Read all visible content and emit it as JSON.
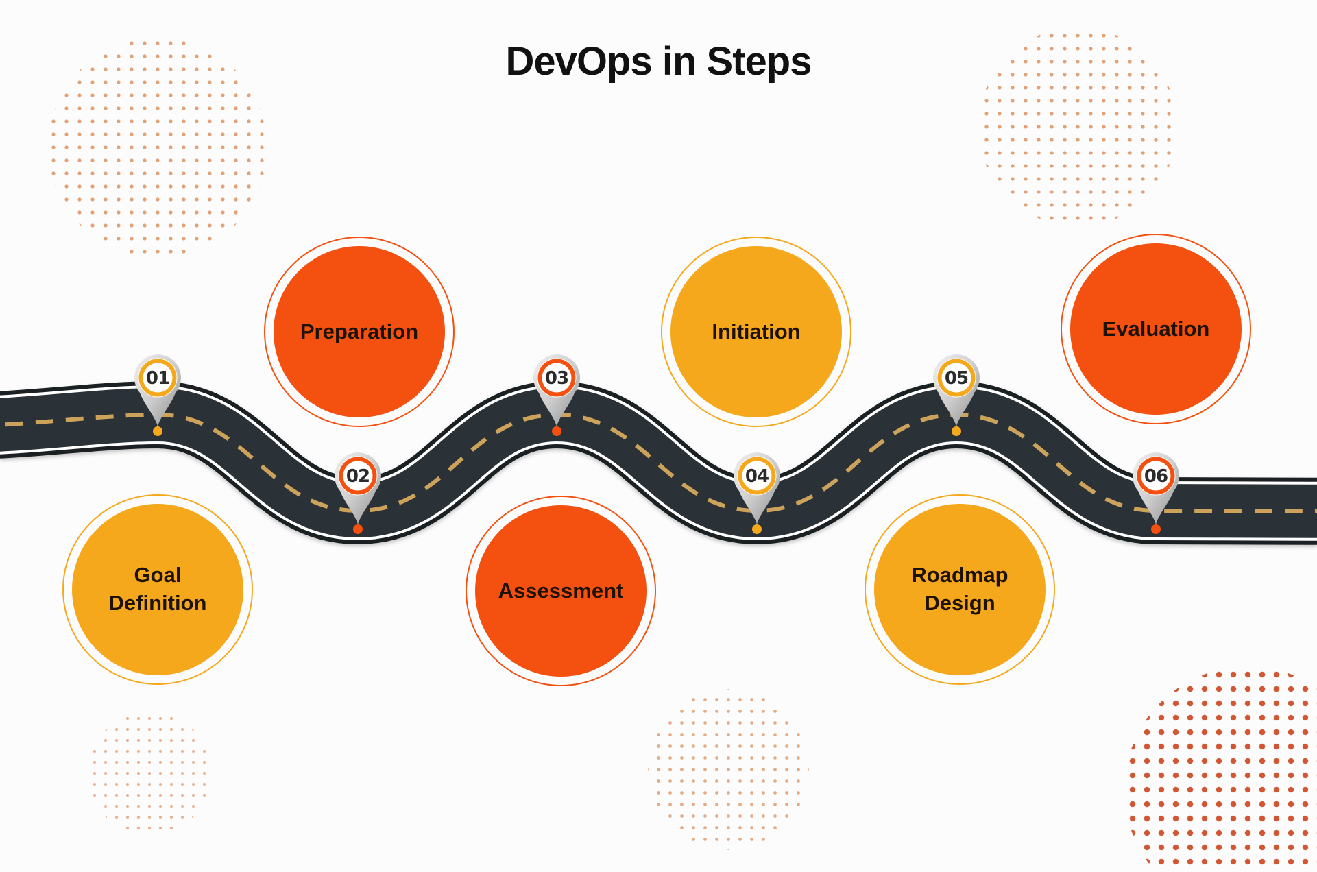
{
  "title": "DevOps in Steps",
  "steps": [
    {
      "number": "01",
      "label": "Goal Definition",
      "accent": "yellow",
      "label_position": "below-road"
    },
    {
      "number": "02",
      "label": "Preparation",
      "accent": "orange",
      "label_position": "above-road"
    },
    {
      "number": "03",
      "label": "Assessment",
      "accent": "orange",
      "label_position": "below-road"
    },
    {
      "number": "04",
      "label": "Initiation",
      "accent": "yellow",
      "label_position": "above-road"
    },
    {
      "number": "05",
      "label": "Roadmap Design",
      "accent": "yellow",
      "label_position": "below-road"
    },
    {
      "number": "06",
      "label": "Evaluation",
      "accent": "orange",
      "label_position": "above-road"
    }
  ],
  "colors": {
    "orange": "#F4500F",
    "yellow": "#F5A81C",
    "road_asphalt": "#2B3237",
    "road_casing": "#1B2023",
    "road_dash": "#CDA35C",
    "label_text": "#1E1105",
    "pin_number_text": "#2B2B2B",
    "title_text": "#111111",
    "decor_dots_muted": "#DC8A55",
    "decor_dots_strong": "#CE4F2A",
    "background": "#FCFCFC"
  },
  "icons": [
    {
      "name": "location-pin-icon",
      "rendered_as": "grey teardrop map marker with colored number ring"
    }
  ]
}
